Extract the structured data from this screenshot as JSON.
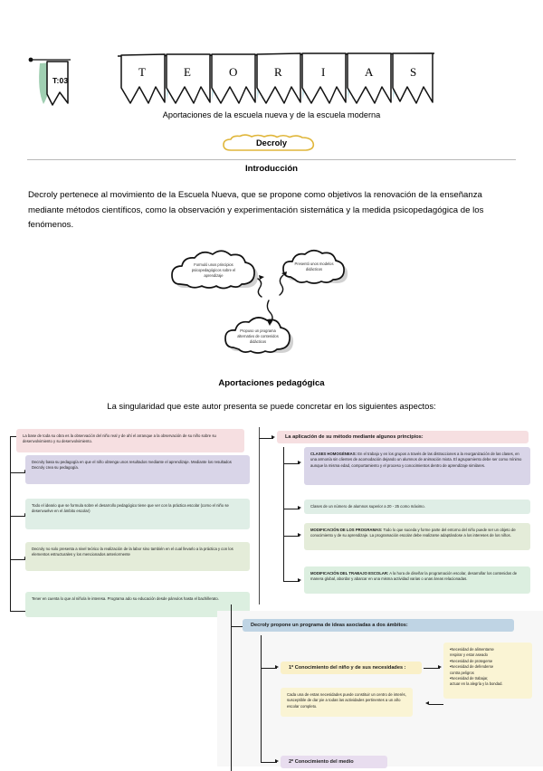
{
  "header": {
    "tag_label": "T:03",
    "banner_letters": [
      "T",
      "E",
      "O",
      "R",
      "I",
      "A",
      "S"
    ],
    "subtitle": "Aportaciones de la escuela nueva y de la escuela moderna",
    "chip": "Decroly"
  },
  "intro": {
    "heading": "Introducción",
    "paragraph": "Decroly pertenece al movimiento de la Escuela Nueva, que se propone como objetivos la renovación de la enseñanza mediante métodos científicos, como la observación y experimentación sistemática y la medida psicopedagógica de los fenómenos."
  },
  "clouds": {
    "left": "Formuló unos principios psicopedagógicos sobre el aprendizaje",
    "right": "Presentó unos modelos didácticos",
    "bottom": "Propuso un programa alternativo de contenidos didácticos"
  },
  "aportaciones": {
    "heading": "Aportaciones pedagógica",
    "lead": "La singularidad que este autor presenta se puede concretar en los siguientes aspectos:"
  },
  "left_column": [
    {
      "color": "#f6dfe1",
      "text": "La base de toda su obra es la observación del niño real y de ahí el arranque a la observación de su niño sobre su desenvolvimiento y su desenvolvimiento."
    },
    {
      "color": "#d9d5e8",
      "text": "Decroly basa su pedagogía en que el niño obtenga unos resultados mediante el aprendizaje. Mediante los resultados Decroly crea su pedagogía."
    },
    {
      "color": "#dfeee6",
      "text": "Todo el ideario que se formula sobre el desarrollo pedagógico tiene que ver con la práctica escolar (como el niño se desenvuelve en el ámbito escolar)"
    },
    {
      "color": "#e4ecd9",
      "text": "Decroly no solo presenta a nivel teórico la realización de la labor sino también en el cual llevarlo a la práctica y con los elementos estructurales y los mencionados anteriormente"
    },
    {
      "color": "#dcefe0",
      "text": "Tener en cuenta lo que al niño/a le interesa. Programa ado su educación desde párvulos hasta el bachillerato."
    }
  ],
  "right_column": {
    "title": "La aplicación de su método mediante algunos principios:",
    "title_color": "#f6dfe1",
    "items": [
      {
        "color": "#d9d5e8",
        "bold": "CLASES HOMOGÉNEAS:",
        "text": " En el trabajo y en los grupos a través de las distracciones a la reorganización de las clases, en una armonía sin clientes de acomodación dejando un alumnos de animación mixta. El agrupamiento debe ser como mínimo aunque la misma edad, comportamiento y el proceso y conocimientos dentro de aprendizaje similares."
      },
      {
        "color": "#dfeee6",
        "bold": "",
        "text": "Clases de un número de alumnos superior a 20 - 25 como máximo."
      },
      {
        "color": "#e4ecd9",
        "bold": "MODIFICACIÓN DE LOS PROGRAMAS:",
        "text": " Todo lo que suceda y forme parte del entorno del niño puede ser un objeto de conocimiento y de su aprendizaje. La programación escolar debe realizarse adaptándose a los intereses de los niños."
      },
      {
        "color": "#dcefe0",
        "bold": "MODIFICACIÓN DEL TRABAJO ESCOLAR:",
        "text": " A la hora de diseñar la programación escolar, desarrollar los contenidos de manera global, abordar y abarcar en una misma actividad varias o unas áreas relacionadas."
      }
    ]
  },
  "bottom_section": {
    "title": "Decroly propone un programa de ideas asociadas a dos ámbitos:",
    "title_color": "#bfd4e4",
    "item1": {
      "label": "1º Conocimiento del niño y de sus necesidades :",
      "color": "#faf0c8"
    },
    "needs": {
      "color": "#faf4d4",
      "lines": [
        "•Necesidad de alimentarse",
        " respirar y estar aseado",
        "•Necesidad de protegerse",
        "•Necesidad de defenderse",
        "contra peligros",
        "•Necesidad de trabajar,",
        "actuar en la alegría y la bondad."
      ]
    },
    "note": {
      "color": "#faf4d4",
      "text": "Cada una de estas necesidades puede constituir un centro de interés, susceptible de dar pie a todas las actividades pertinentes a un año escolar completo."
    },
    "item2": {
      "label": "2º Conocimiento del medio",
      "color": "#e8ddef"
    }
  }
}
